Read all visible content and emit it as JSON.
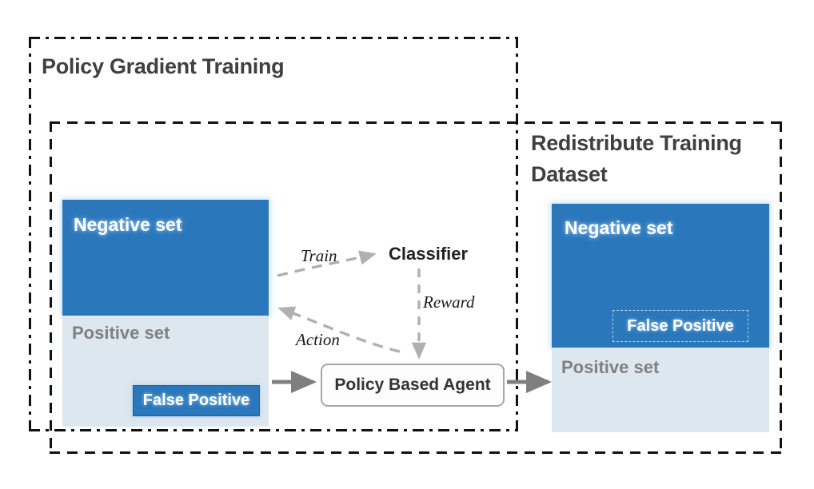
{
  "diagram": {
    "title_hidden": "",
    "panels": {
      "left": {
        "title": "Policy Gradient Training",
        "border_style": "dash-dot",
        "border_color": "#111111"
      },
      "right": {
        "title": "Redistribute Training Dataset",
        "border_style": "dashed",
        "border_color": "#111111"
      }
    },
    "datasets": {
      "left": {
        "negative_label": "Negative set",
        "positive_label": "Positive set",
        "false_positive_label": "False Positive",
        "false_positive_location": "positive set"
      },
      "right": {
        "negative_label": "Negative set",
        "positive_label": "Positive set",
        "false_positive_label": "False Positive",
        "false_positive_location": "negative set"
      }
    },
    "nodes": {
      "classifier": "Classifier",
      "agent": "Policy Based Agent"
    },
    "edges": {
      "train": "Train",
      "reward": "Reward",
      "action": "Action"
    },
    "colors": {
      "negative_set": "#2a77bb",
      "positive_set": "#dde7ef",
      "false_positive": "#2a77bb",
      "solid_arrow": "#7f7f7f",
      "dashed_arrow": "#b0b0b0",
      "title_text": "#404040",
      "positive_label_text": "#808080"
    }
  }
}
